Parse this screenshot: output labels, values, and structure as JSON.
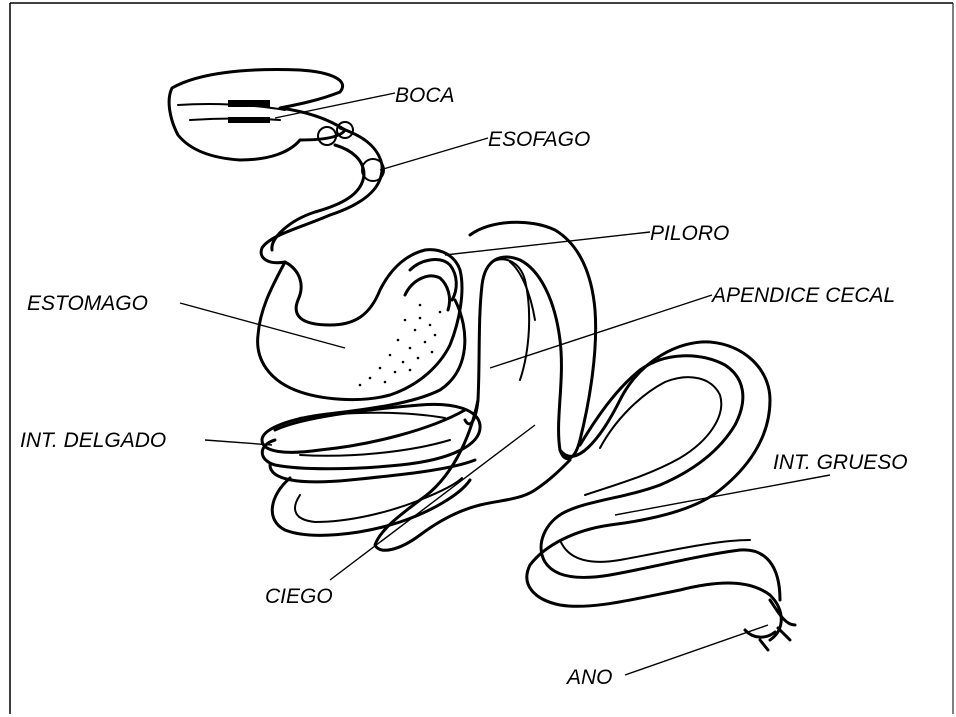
{
  "diagram": {
    "labels": {
      "boca": "BOCA",
      "esofago": "ESOFAGO",
      "piloro": "PILORO",
      "estomago": "ESTOMAGO",
      "apendice_cecal": "APENDICE CECAL",
      "int_delgado": "INT. DELGADO",
      "int_grueso": "INT. GRUESO",
      "ciego": "CIEGO",
      "ano": "ANO"
    }
  }
}
